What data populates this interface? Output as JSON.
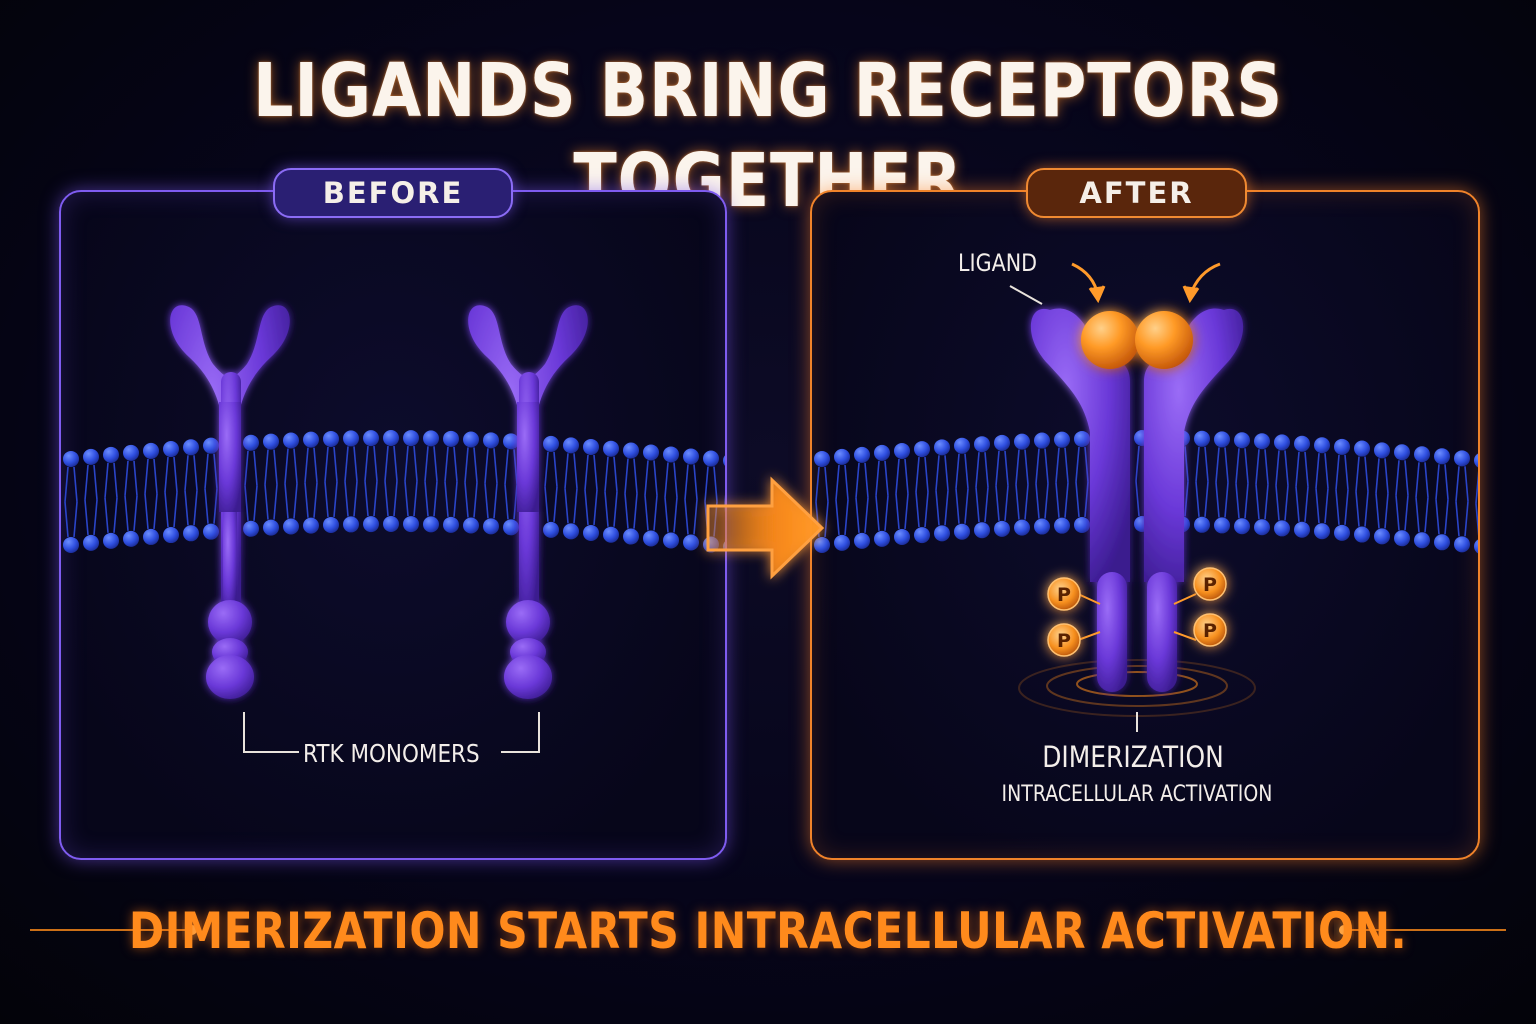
{
  "title": "LIGANDS BRING RECEPTORS TOGETHER",
  "before": {
    "badge": "BEFORE",
    "label": "RTK MONOMERS"
  },
  "after": {
    "badge": "AFTER",
    "ligand_label": "LIGAND",
    "phospho_symbol": "P",
    "dimerization_label": "DIMERIZATION",
    "activation_label": "INTRACELLULAR ACTIVATION"
  },
  "footer": "DIMERIZATION STARTS INTRACELLULAR ACTIVATION.",
  "colors": {
    "receptor": "#6a38d8",
    "membrane": "#2f4fe0",
    "ligand": "#ff8c1a",
    "before_accent": "#7f5cf0",
    "after_accent": "#f0832a",
    "background": "#05040f"
  }
}
